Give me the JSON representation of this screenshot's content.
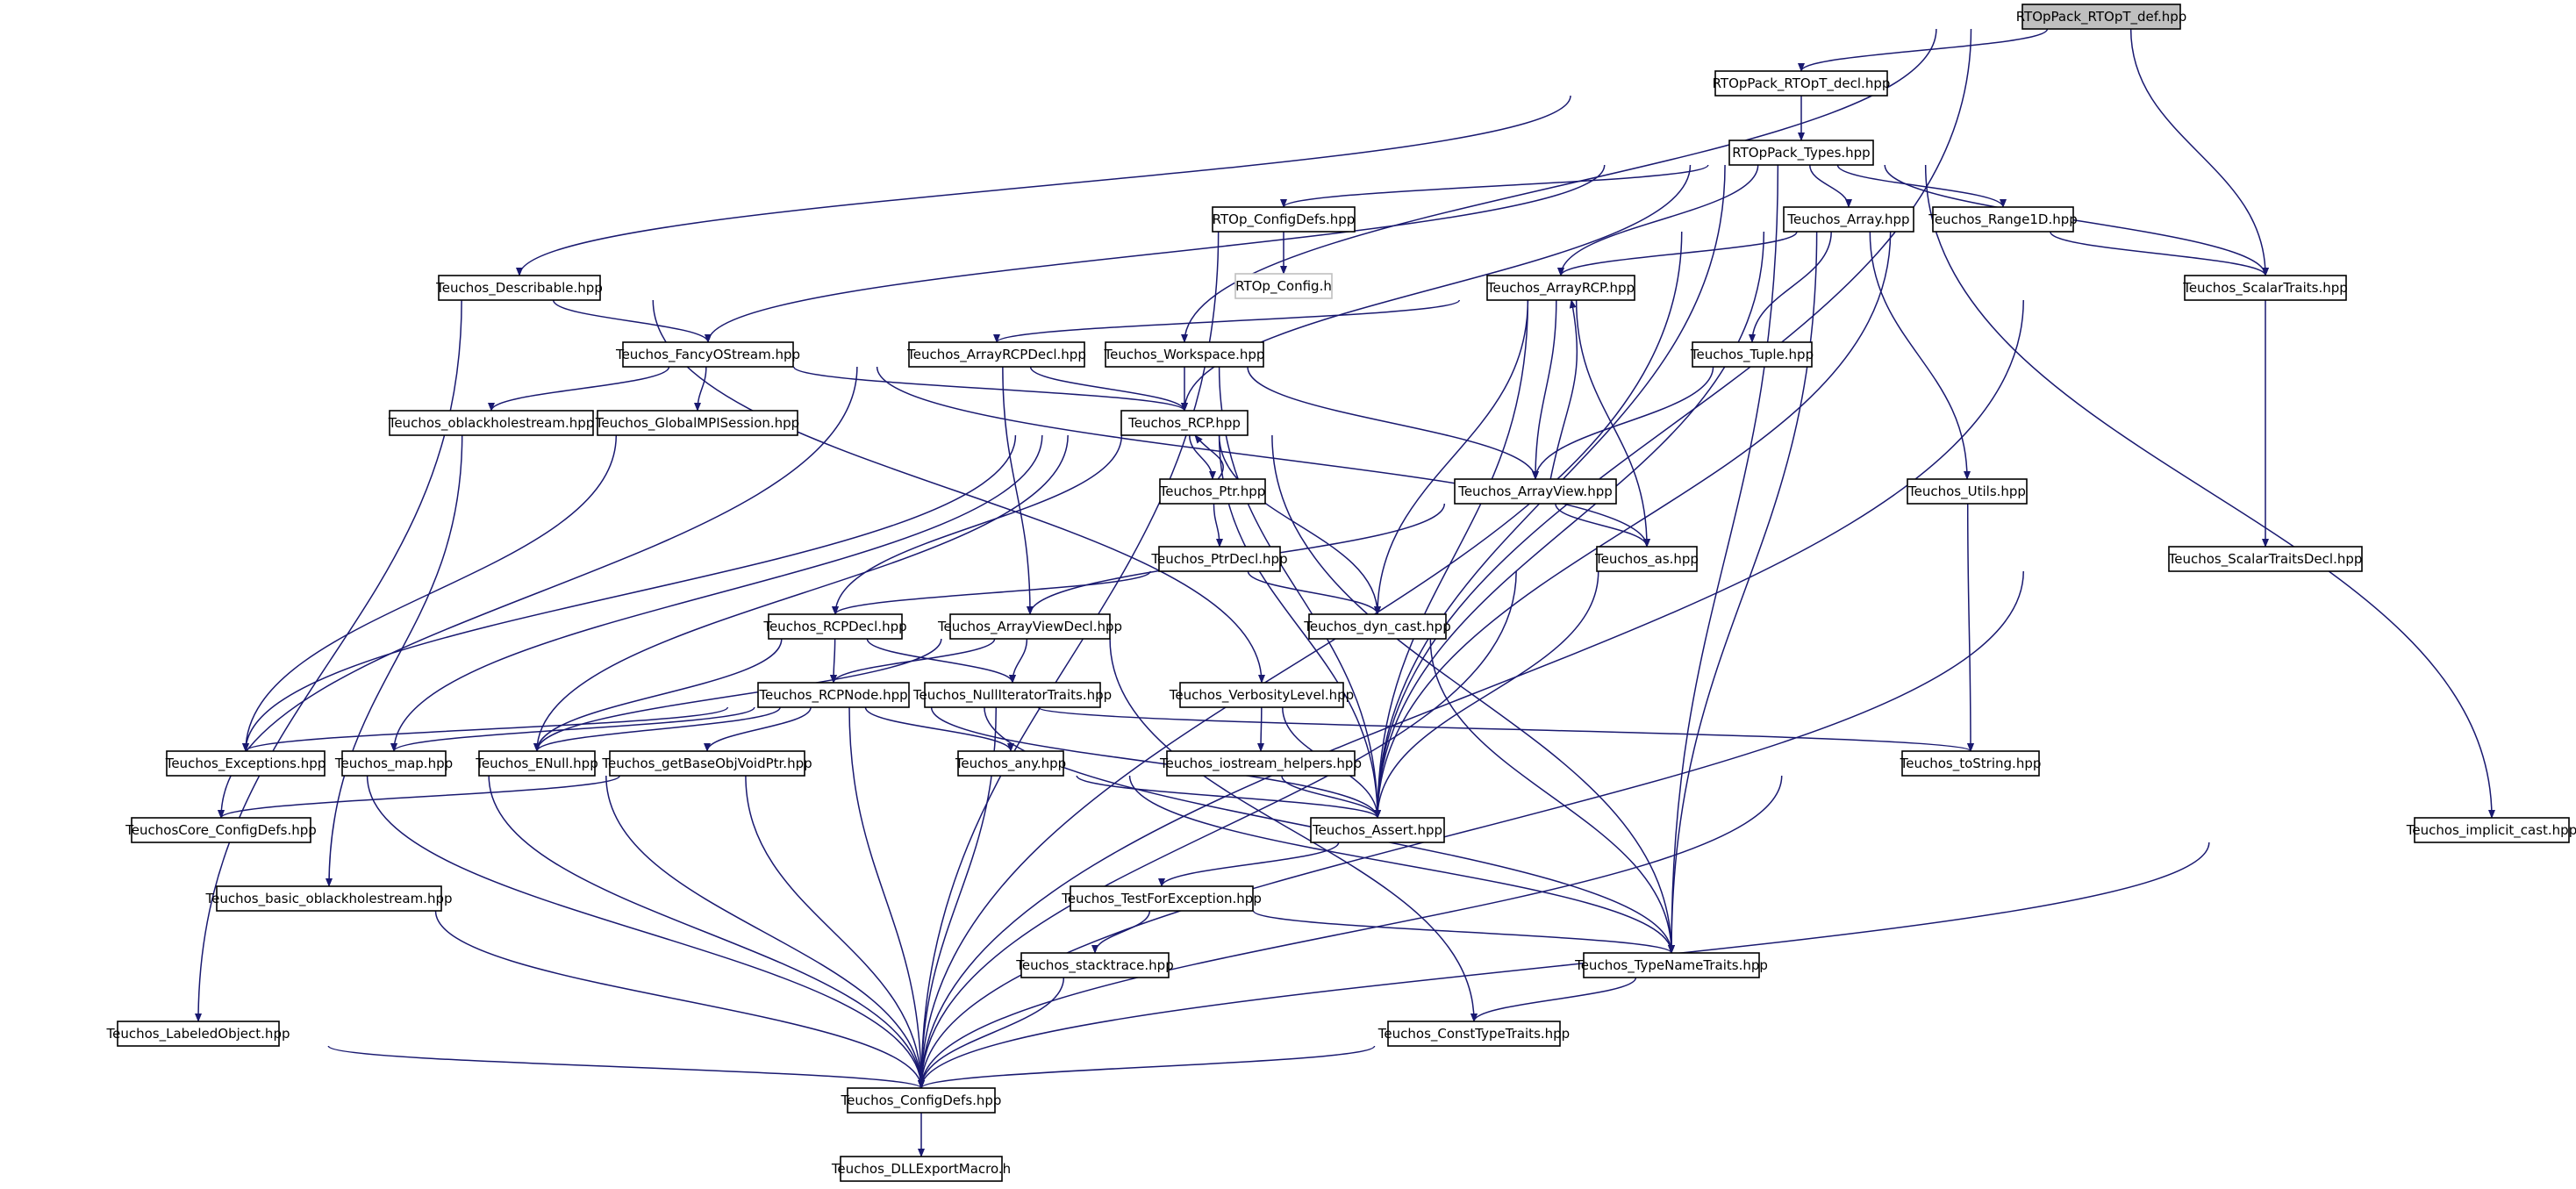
{
  "diagram": {
    "edge_color": "#191970",
    "root_fill": "#bfbfbf",
    "missing_border": "#bfbfbf",
    "nodes": [
      {
        "id": "root",
        "label": "RTOpPack_RTOpT_def.hpp"
      },
      {
        "id": "decl",
        "label": "RTOpPack_RTOpT_decl.hpp"
      },
      {
        "id": "types",
        "label": "RTOpPack_Types.hpp"
      },
      {
        "id": "rtopcfg",
        "label": "RTOp_ConfigDefs.hpp"
      },
      {
        "id": "rtopconfigh",
        "label": "RTOp_Config.h"
      },
      {
        "id": "array",
        "label": "Teuchos_Array.hpp"
      },
      {
        "id": "range1d",
        "label": "Teuchos_Range1D.hpp"
      },
      {
        "id": "scalartraits",
        "label": "Teuchos_ScalarTraits.hpp"
      },
      {
        "id": "describable",
        "label": "Teuchos_Describable.hpp"
      },
      {
        "id": "arrayrcp",
        "label": "Teuchos_ArrayRCP.hpp"
      },
      {
        "id": "fancy",
        "label": "Teuchos_FancyOStream.hpp"
      },
      {
        "id": "arrayrcpdecl",
        "label": "Teuchos_ArrayRCPDecl.hpp"
      },
      {
        "id": "workspace",
        "label": "Teuchos_Workspace.hpp"
      },
      {
        "id": "tuple",
        "label": "Teuchos_Tuple.hpp"
      },
      {
        "id": "oblack",
        "label": "Teuchos_oblackholestream.hpp"
      },
      {
        "id": "mpi",
        "label": "Teuchos_GlobalMPISession.hpp"
      },
      {
        "id": "rcp",
        "label": "Teuchos_RCP.hpp"
      },
      {
        "id": "arrayview",
        "label": "Teuchos_ArrayView.hpp"
      },
      {
        "id": "ptr",
        "label": "Teuchos_Ptr.hpp"
      },
      {
        "id": "utils",
        "label": "Teuchos_Utils.hpp"
      },
      {
        "id": "as",
        "label": "Teuchos_as.hpp"
      },
      {
        "id": "ptrdecl",
        "label": "Teuchos_PtrDecl.hpp"
      },
      {
        "id": "scalartraitsdecl",
        "label": "Teuchos_ScalarTraitsDecl.hpp"
      },
      {
        "id": "rcpdecl",
        "label": "Teuchos_RCPDecl.hpp"
      },
      {
        "id": "arrayviewdecl",
        "label": "Teuchos_ArrayViewDecl.hpp"
      },
      {
        "id": "dyncast",
        "label": "Teuchos_dyn_cast.hpp"
      },
      {
        "id": "rcpnode",
        "label": "Teuchos_RCPNode.hpp"
      },
      {
        "id": "nulliter",
        "label": "Teuchos_NullIteratorTraits.hpp"
      },
      {
        "id": "verbosity",
        "label": "Teuchos_VerbosityLevel.hpp"
      },
      {
        "id": "exceptions",
        "label": "Teuchos_Exceptions.hpp"
      },
      {
        "id": "map",
        "label": "Teuchos_map.hpp"
      },
      {
        "id": "enull",
        "label": "Teuchos_ENull.hpp"
      },
      {
        "id": "getbase",
        "label": "Teuchos_getBaseObjVoidPtr.hpp"
      },
      {
        "id": "any",
        "label": "Teuchos_any.hpp"
      },
      {
        "id": "iostream",
        "label": "Teuchos_iostream_helpers.hpp"
      },
      {
        "id": "tostring",
        "label": "Teuchos_toString.hpp"
      },
      {
        "id": "corecfg",
        "label": "TeuchosCore_ConfigDefs.hpp"
      },
      {
        "id": "assert",
        "label": "Teuchos_Assert.hpp"
      },
      {
        "id": "implicit",
        "label": "Teuchos_implicit_cast.hpp"
      },
      {
        "id": "basicoblack",
        "label": "Teuchos_basic_oblackholestream.hpp"
      },
      {
        "id": "testfor",
        "label": "Teuchos_TestForException.hpp"
      },
      {
        "id": "stacktrace",
        "label": "Teuchos_stacktrace.hpp"
      },
      {
        "id": "typename",
        "label": "Teuchos_TypeNameTraits.hpp"
      },
      {
        "id": "labeled",
        "label": "Teuchos_LabeledObject.hpp"
      },
      {
        "id": "consttype",
        "label": "Teuchos_ConstTypeTraits.hpp"
      },
      {
        "id": "configdefs",
        "label": "Teuchos_ConfigDefs.hpp"
      },
      {
        "id": "dllexport",
        "label": "Teuchos_DLLExportMacro.h"
      }
    ],
    "edges": [
      [
        "root",
        "decl"
      ],
      [
        "root",
        "workspace"
      ],
      [
        "root",
        "scalartraits"
      ],
      [
        "root",
        "assert"
      ],
      [
        "decl",
        "types"
      ],
      [
        "decl",
        "describable"
      ],
      [
        "types",
        "rtopcfg"
      ],
      [
        "types",
        "array"
      ],
      [
        "types",
        "range1d"
      ],
      [
        "types",
        "scalartraits"
      ],
      [
        "types",
        "arrayrcp"
      ],
      [
        "types",
        "fancy"
      ],
      [
        "types",
        "rcp"
      ],
      [
        "types",
        "assert"
      ],
      [
        "types",
        "typename"
      ],
      [
        "types",
        "implicit"
      ],
      [
        "rtopcfg",
        "rtopconfigh"
      ],
      [
        "rtopcfg",
        "configdefs"
      ],
      [
        "array",
        "arrayrcp"
      ],
      [
        "array",
        "tuple"
      ],
      [
        "array",
        "utils"
      ],
      [
        "array",
        "assert"
      ],
      [
        "array",
        "typename"
      ],
      [
        "array",
        "configdefs"
      ],
      [
        "range1d",
        "scalartraits"
      ],
      [
        "range1d",
        "assert"
      ],
      [
        "scalartraits",
        "scalartraitsdecl"
      ],
      [
        "scalartraits",
        "configdefs"
      ],
      [
        "describable",
        "fancy"
      ],
      [
        "describable",
        "verbosity"
      ],
      [
        "describable",
        "labeled"
      ],
      [
        "arrayrcp",
        "arrayrcpdecl"
      ],
      [
        "arrayrcp",
        "arrayview"
      ],
      [
        "arrayrcp",
        "as"
      ],
      [
        "arrayrcp",
        "dyncast"
      ],
      [
        "arrayrcp",
        "assert"
      ],
      [
        "fancy",
        "oblack"
      ],
      [
        "fancy",
        "mpi"
      ],
      [
        "fancy",
        "rcp"
      ],
      [
        "fancy",
        "as"
      ],
      [
        "arrayrcpdecl",
        "rcp"
      ],
      [
        "arrayrcpdecl",
        "arrayviewdecl"
      ],
      [
        "arrayrcpdecl",
        "corecfg"
      ],
      [
        "workspace",
        "rcp"
      ],
      [
        "workspace",
        "arrayview"
      ],
      [
        "workspace",
        "assert"
      ],
      [
        "tuple",
        "arrayview"
      ],
      [
        "oblack",
        "basicoblack"
      ],
      [
        "mpi",
        "exceptions"
      ],
      [
        "rcp",
        "ptr"
      ],
      [
        "rcp",
        "rcpdecl"
      ],
      [
        "rcp",
        "dyncast"
      ],
      [
        "rcp",
        "assert"
      ],
      [
        "rcp",
        "typename"
      ],
      [
        "rcp",
        "exceptions"
      ],
      [
        "rcp",
        "map"
      ],
      [
        "rcp",
        "enull"
      ],
      [
        "arrayview",
        "arrayrcp"
      ],
      [
        "arrayview",
        "as"
      ],
      [
        "arrayview",
        "arrayviewdecl"
      ],
      [
        "ptr",
        "rcp"
      ],
      [
        "ptr",
        "ptrdecl"
      ],
      [
        "utils",
        "tostring"
      ],
      [
        "as",
        "assert"
      ],
      [
        "as",
        "configdefs"
      ],
      [
        "ptrdecl",
        "rcpdecl"
      ],
      [
        "ptrdecl",
        "dyncast"
      ],
      [
        "scalartraitsdecl",
        "configdefs"
      ],
      [
        "rcpdecl",
        "rcpnode"
      ],
      [
        "rcpdecl",
        "nulliter"
      ],
      [
        "rcpdecl",
        "enull"
      ],
      [
        "arrayviewdecl",
        "rcpnode"
      ],
      [
        "arrayviewdecl",
        "nulliter"
      ],
      [
        "arrayviewdecl",
        "enull"
      ],
      [
        "arrayviewdecl",
        "consttype"
      ],
      [
        "dyncast",
        "typename"
      ],
      [
        "rcpnode",
        "exceptions"
      ],
      [
        "rcpnode",
        "map"
      ],
      [
        "rcpnode",
        "enull"
      ],
      [
        "rcpnode",
        "getbase"
      ],
      [
        "rcpnode",
        "any"
      ],
      [
        "rcpnode",
        "assert"
      ],
      [
        "rcpnode",
        "tostring"
      ],
      [
        "rcpnode",
        "typename"
      ],
      [
        "rcpnode",
        "configdefs"
      ],
      [
        "nulliter",
        "configdefs"
      ],
      [
        "verbosity",
        "iostream"
      ],
      [
        "verbosity",
        "assert"
      ],
      [
        "exceptions",
        "configdefs"
      ],
      [
        "map",
        "configdefs"
      ],
      [
        "enull",
        "configdefs"
      ],
      [
        "getbase",
        "corecfg"
      ],
      [
        "getbase",
        "configdefs"
      ],
      [
        "any",
        "assert"
      ],
      [
        "any",
        "typename"
      ],
      [
        "iostream",
        "assert"
      ],
      [
        "tostring",
        "configdefs"
      ],
      [
        "assert",
        "testfor"
      ],
      [
        "implicit",
        "configdefs"
      ],
      [
        "basicoblack",
        "configdefs"
      ],
      [
        "testfor",
        "stacktrace"
      ],
      [
        "testfor",
        "typename"
      ],
      [
        "stacktrace",
        "configdefs"
      ],
      [
        "typename",
        "consttype"
      ],
      [
        "labeled",
        "configdefs"
      ],
      [
        "consttype",
        "configdefs"
      ],
      [
        "configdefs",
        "dllexport"
      ]
    ]
  }
}
